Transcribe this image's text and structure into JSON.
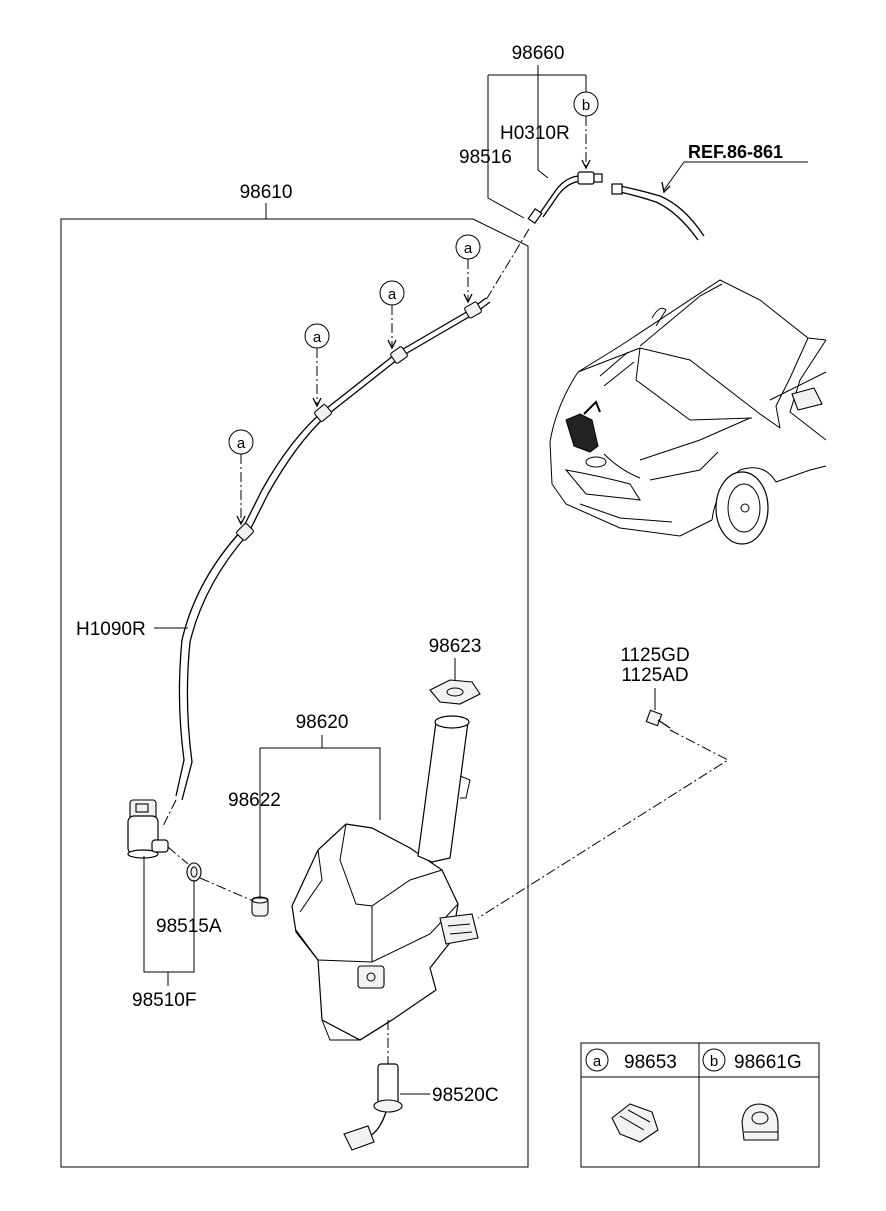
{
  "labels": {
    "p98660": "98660",
    "pH0310R": "H0310R",
    "p98516": "98516",
    "ref": "REF.86-861",
    "p98610": "98610",
    "pH1090R": "H1090R",
    "p98623": "98623",
    "p98620": "98620",
    "p98622": "98622",
    "p1125GD": "1125GD",
    "p1125AD": "1125AD",
    "p98515A": "98515A",
    "p98510F": "98510F",
    "p98520C": "98520C"
  },
  "callouts": {
    "a": "a",
    "b": "b"
  },
  "legend": {
    "a_letter": "a",
    "a_part": "98653",
    "b_letter": "b",
    "b_part": "98661G"
  }
}
